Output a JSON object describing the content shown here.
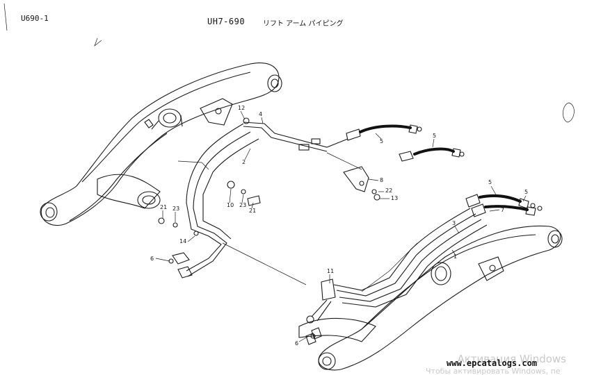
{
  "header": {
    "sheet_code": "U690-1",
    "part_code": "UH7-690",
    "title_jp": "リフト アーム パイピング"
  },
  "callouts": [
    "12",
    "4",
    "5",
    "5",
    "2",
    "8",
    "22",
    "13",
    "10",
    "23",
    "21",
    "21",
    "23",
    "14",
    "6",
    "11",
    "6",
    "5",
    "5",
    "7",
    "3",
    "1"
  ],
  "watermark": {
    "line1": "Активация Windows",
    "line2": "Чтобы активировать Windows, пе"
  },
  "footer": {
    "site": "www.epcatalogs.com"
  }
}
